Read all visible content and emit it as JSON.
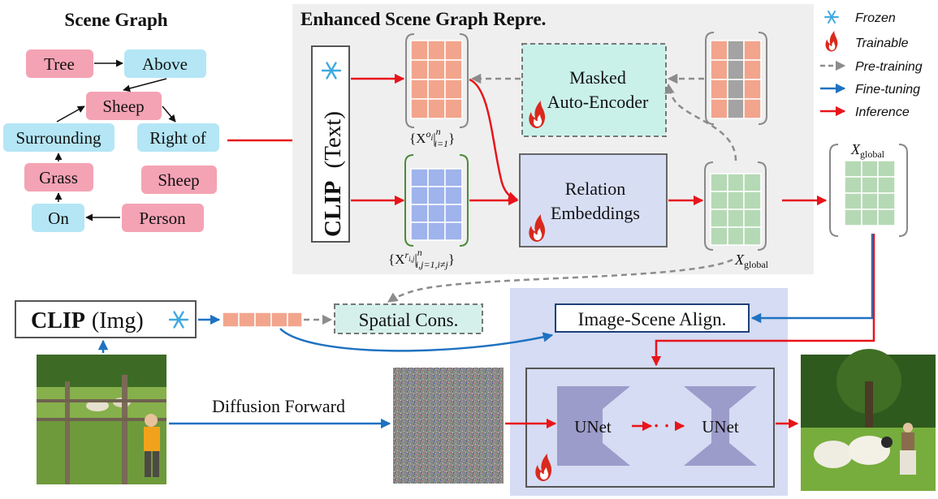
{
  "scene_graph": {
    "title": "Scene Graph",
    "nodes": {
      "tree": "Tree",
      "above": "Above",
      "sheep1": "Sheep",
      "surrounding": "Surrounding",
      "right_of": "Right of",
      "sheep2": "Sheep",
      "grass": "Grass",
      "on": "On",
      "person": "Person"
    }
  },
  "enhanced": {
    "title": "Enhanced Scene Graph Repre.",
    "clip_text_bold": "CLIP",
    "clip_text_rest": "(Text)",
    "mae_line1": "Masked",
    "mae_line2": "Auto-Encoder",
    "relation_line1": "Relation",
    "relation_line2": "Embeddings",
    "xo_label": "{X",
    "xo_sup": "o",
    "xo_sub_i": "i",
    "xo_bar": "|",
    "xo_lim_top": "n",
    "xo_lim_bot": "i=1",
    "xo_close": "}",
    "xr_label": "{X",
    "xr_sup": "r",
    "xr_sub_ij": "i,j",
    "xr_bar": "|",
    "xr_lim_top": "n",
    "xr_lim_bot": "i,j=1,i≠j",
    "xr_close": "}",
    "xglobal_main": "X",
    "xglobal_sub": "global"
  },
  "output_xglobal_main": "X",
  "output_xglobal_sub": "global",
  "legend": {
    "frozen": "Frozen",
    "trainable": "Trainable",
    "pretraining": "Pre-training",
    "finetuning": "Fine-tuning",
    "inference": "Inference"
  },
  "bottom": {
    "clip_img_bold": "CLIP",
    "clip_img_rest": "(Img)",
    "spatial": "Spatial Cons.",
    "align": "Image-Scene Align.",
    "diffusion": "Diffusion Forward",
    "unet1": "UNet",
    "unet2": "UNet",
    "dots": "· · ·"
  },
  "colors": {
    "red": "#e8141b",
    "blue": "#1f72c1",
    "gray": "#8c8c8c",
    "pink": "#f4a3b4",
    "cyan": "#b4e6f5",
    "salmon": "#f2a58c",
    "periwinkle": "#9fb3ec",
    "green": "#b5d9b5",
    "panel_gray": "#efefef",
    "panel_blue": "#d5dcf3",
    "unet": "#9c9ccb"
  },
  "icons": {
    "frozen": "snowflake-icon",
    "trainable": "flame-icon"
  }
}
